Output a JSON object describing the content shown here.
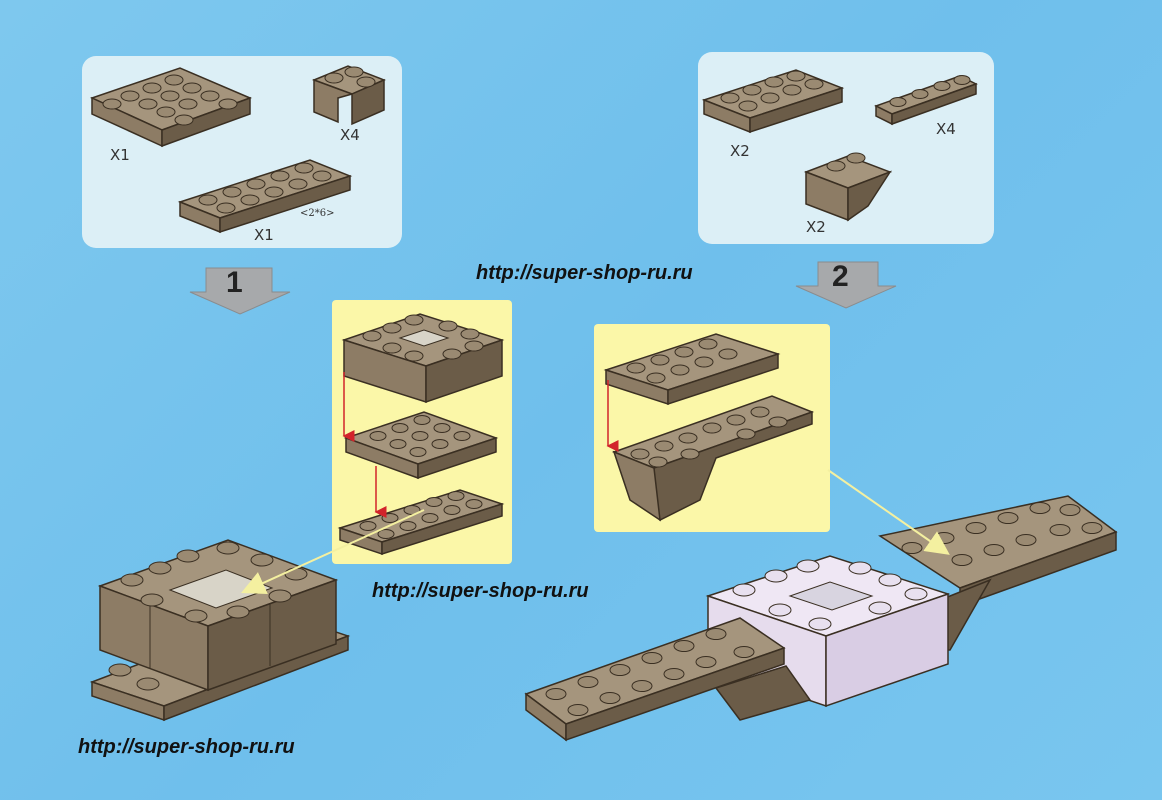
{
  "watermark": {
    "url_top": "http://super-shop-ru.ru",
    "url_middle": "http://super-shop-ru.ru",
    "url_bottom": "http://super-shop-ru.ru"
  },
  "step1": {
    "number": "1",
    "parts": [
      {
        "qty": "X1"
      },
      {
        "qty": "X4"
      },
      {
        "qty": "X1",
        "size": "<2*6>"
      }
    ]
  },
  "step2": {
    "number": "2",
    "parts": [
      {
        "qty": "X2"
      },
      {
        "qty": "X4"
      },
      {
        "qty": "X2"
      }
    ]
  },
  "colors": {
    "brick": "#8d7c65",
    "brick_dark": "#6b5c48",
    "brick_light": "#a5957d",
    "white_brick": "#efe7f4",
    "arrow": "#d2242b",
    "pointer": "#f4f0a0",
    "parts_panel": "#dceff6",
    "step_panel": "#fbf7a8"
  }
}
